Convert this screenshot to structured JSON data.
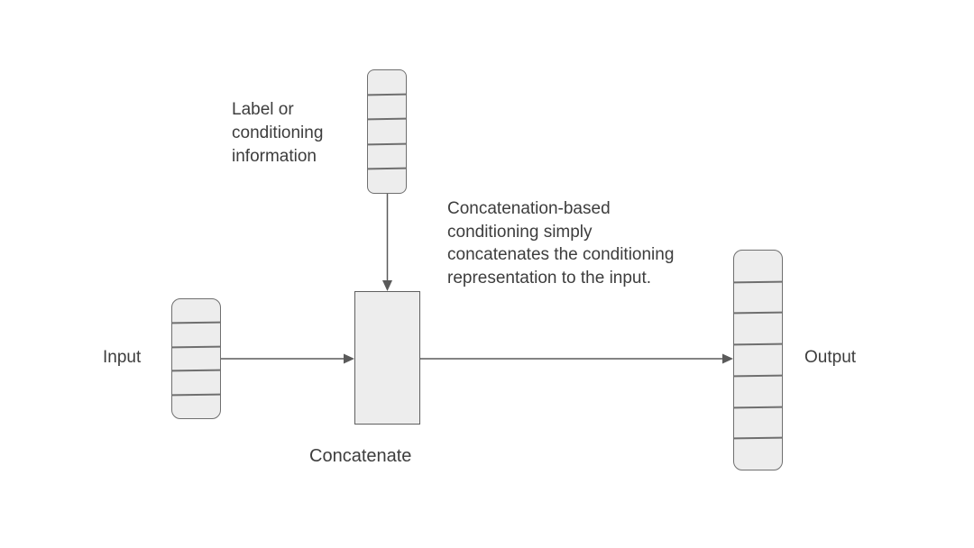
{
  "diagram": {
    "title_context": "Concatenation-based conditioning",
    "labels": {
      "conditioning": "Label or\nconditioning\ninformation",
      "input": "Input",
      "output": "Output",
      "concatenate": "Concatenate",
      "annotation": "Concatenation-based\nconditioning simply\nconcatenates the conditioning\nrepresentation to the input."
    },
    "vectors": {
      "conditioning_cells": 5,
      "input_cells": 5,
      "output_cells": 7
    },
    "colors": {
      "background": "#ffffff",
      "cell_fill": "#ededed",
      "stroke": "#6f6f6f",
      "box_stroke": "#5f5f5f",
      "arrow": "#5a5a5a",
      "text": "#3d3d3d"
    }
  }
}
